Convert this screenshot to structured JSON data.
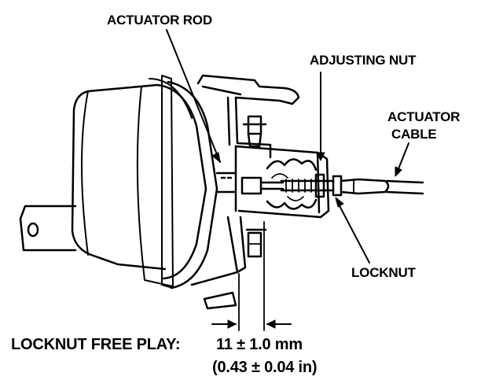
{
  "labels": {
    "actuator_rod": "ACTUATOR ROD",
    "adjusting_nut": "ADJUSTING NUT",
    "actuator_cable_line1": "ACTUATOR",
    "actuator_cable_line2": "CABLE",
    "locknut": "LOCKNUT"
  },
  "spec": {
    "title": "LOCKNUT FREE PLAY:",
    "value_metric": "11 ± 1.0 mm",
    "value_imperial": "(0.43 ± 0.04 in)"
  },
  "colors": {
    "ink": "#000000",
    "paper": "#ffffff"
  }
}
